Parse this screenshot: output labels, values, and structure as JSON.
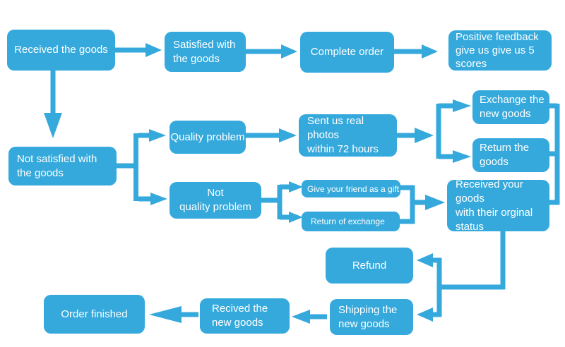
{
  "flowchart": {
    "accent_color": "#35A9DC",
    "text_color": "#FFFFFF",
    "background_color": "#FFFFFF",
    "nodes": {
      "received_goods": "Received the goods",
      "satisfied": "Satisfied with\nthe goods",
      "complete_order": "Complete order",
      "positive_feedback": "Positive feedback\ngive us give us 5\nscores",
      "not_satisfied": "Not satisfied with\nthe goods",
      "quality_problem": "Quality problem",
      "sent_photos": "Sent us real photos\nwithin 72 hours",
      "exchange_new": "Exchange the\nnew goods",
      "return_goods": "Return the\ngoods",
      "not_quality": "Not\nquality problem",
      "gift": "Give your friend as a gift",
      "return_exchange": "Return of exchange",
      "received_original": "Received your goods\nwith their orginal\nstatus",
      "refund": "Refund",
      "shipping_new": "Shipping the\nnew goods",
      "recived_new": "Recived the\nnew goods",
      "order_finished": "Order finished"
    },
    "edges": [
      {
        "from": "received_goods",
        "to": "satisfied"
      },
      {
        "from": "satisfied",
        "to": "complete_order"
      },
      {
        "from": "complete_order",
        "to": "positive_feedback"
      },
      {
        "from": "received_goods",
        "to": "not_satisfied"
      },
      {
        "from": "not_satisfied",
        "to": "quality_problem"
      },
      {
        "from": "not_satisfied",
        "to": "not_quality"
      },
      {
        "from": "quality_problem",
        "to": "sent_photos"
      },
      {
        "from": "sent_photos",
        "to": "exchange_new"
      },
      {
        "from": "sent_photos",
        "to": "return_goods"
      },
      {
        "from": "exchange_new",
        "to": "received_original"
      },
      {
        "from": "return_goods",
        "to": "received_original"
      },
      {
        "from": "not_quality",
        "to": "gift"
      },
      {
        "from": "not_quality",
        "to": "return_exchange"
      },
      {
        "from": "gift",
        "to": "received_original"
      },
      {
        "from": "return_exchange",
        "to": "received_original"
      },
      {
        "from": "received_original",
        "to": "refund"
      },
      {
        "from": "received_original",
        "to": "shipping_new"
      },
      {
        "from": "shipping_new",
        "to": "recived_new"
      },
      {
        "from": "recived_new",
        "to": "order_finished"
      }
    ]
  }
}
